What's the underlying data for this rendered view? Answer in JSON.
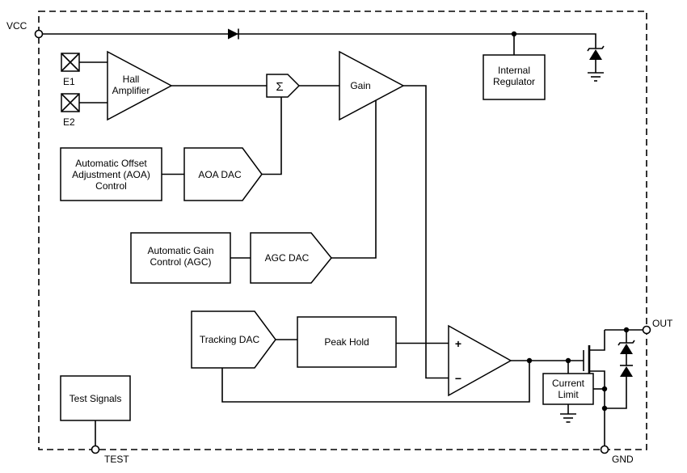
{
  "terminals": {
    "vcc": "VCC",
    "test": "TEST",
    "gnd": "GND",
    "out": "OUT"
  },
  "hall_elements": {
    "e1": "E1",
    "e2": "E2"
  },
  "blocks": {
    "hall_amplifier": {
      "line1": "Hall",
      "line2": "Amplifier"
    },
    "summation": {
      "symbol": "Σ"
    },
    "gain": {
      "label": "Gain"
    },
    "internal_regulator": {
      "line1": "Internal",
      "line2": "Regulator"
    },
    "aoa_control": {
      "line1": "Automatic Offset",
      "line2": "Adjustment (AOA)",
      "line3": "Control"
    },
    "aoa_dac": {
      "label": "AOA DAC"
    },
    "agc_control": {
      "line1": "Automatic Gain",
      "line2": "Control (AGC)"
    },
    "agc_dac": {
      "label": "AGC DAC"
    },
    "tracking_dac": {
      "label": "Tracking DAC"
    },
    "peak_hold": {
      "label": "Peak Hold"
    },
    "comparator": {
      "plus_input": "+",
      "minus_input": "−"
    },
    "current_limit": {
      "line1": "Current",
      "line2": "Limit"
    },
    "test_signals": {
      "label": "Test Signals"
    }
  },
  "colors": {
    "line": "#000000",
    "background": "#ffffff"
  }
}
